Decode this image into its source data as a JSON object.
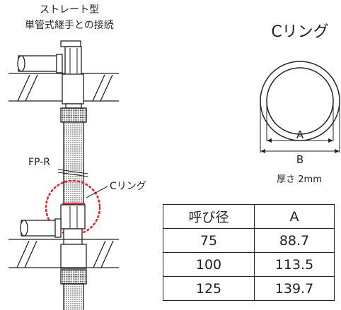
{
  "diagram": {
    "title_line1": "ストレート型",
    "title_line2": "単管式継手との接続",
    "fp_label": "FP-R",
    "cring_callout": "Cリング",
    "ring_title": "Cリング",
    "dim_a": "A",
    "dim_b": "B",
    "thickness_note": "厚さ 2mm",
    "highlight_color": "#e0202a"
  },
  "table": {
    "headers": [
      "呼び径",
      "A"
    ],
    "rows": [
      [
        "75",
        "88.7"
      ],
      [
        "100",
        "113.5"
      ],
      [
        "125",
        "139.7"
      ]
    ]
  }
}
